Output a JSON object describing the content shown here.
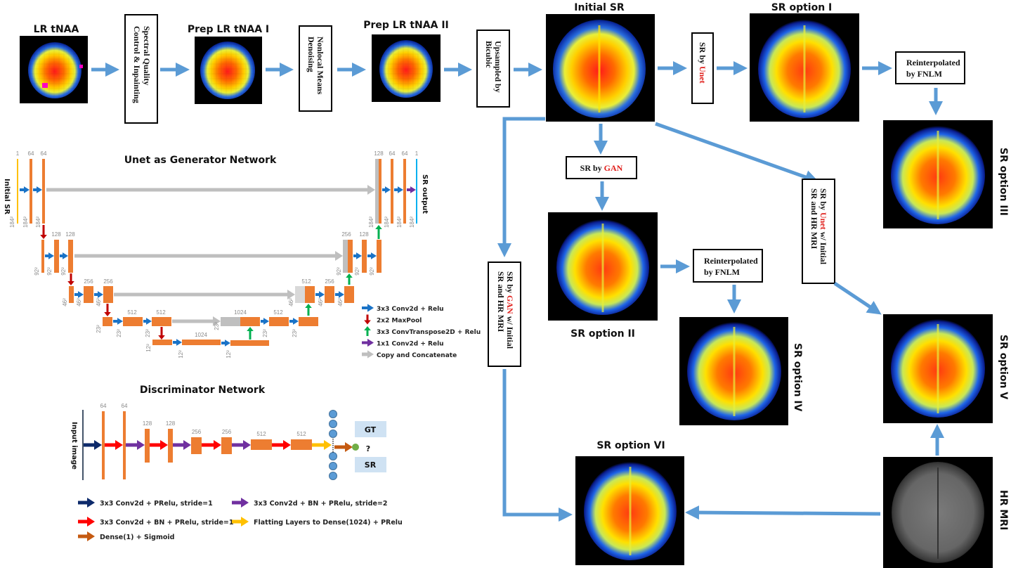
{
  "pipeline": {
    "images": {
      "lr_tnaa": "LR tNAA",
      "prep1": "Prep LR tNAA I",
      "prep2": "Prep LR tNAA II",
      "initial_sr": "Initial SR",
      "sr_option_1": "SR option I",
      "sr_option_2": "SR option II",
      "sr_option_3": "SR option III",
      "sr_option_4": "SR option IV",
      "sr_option_5": "SR option V",
      "sr_option_6": "SR option VI",
      "hr_mri": "HR MRI"
    },
    "boxes": {
      "spectral_line1": "Spectral Quality",
      "spectral_line2": "Control & Inpainting",
      "nlm_line1": "Nonlocal Means",
      "nlm_line2": "Denoising",
      "bicubic_line1": "Upsampled by",
      "bicubic_line2": "Bicubic",
      "sr_by": "SR by ",
      "unet": "Unet",
      "gan": "GAN",
      "reinterp_line1": "Reinterpolated",
      "reinterp_line2": "by FNLM",
      "w_initial": " w/ Initial",
      "sr_and_hr": "SR and HR MRI"
    }
  },
  "unet": {
    "title": "Unet as Generator Network",
    "input_label": "Initial SR",
    "output_label": "SR output",
    "channels": {
      "c1": "1",
      "c64": "64",
      "c128": "128",
      "c256": "256",
      "c512": "512",
      "c1024": "1024"
    },
    "sizes": {
      "s184": "184²",
      "s92": "92²",
      "s46": "46²",
      "s23": "23²",
      "s12": "12²"
    },
    "legend": [
      {
        "label": "3x3 Conv2d + Relu",
        "color": "#1a73c7"
      },
      {
        "label": "2x2 MaxPool",
        "color": "#c00000"
      },
      {
        "label": "3x3 ConvTranspose2D + Relu",
        "color": "#00b050"
      },
      {
        "label": "1x1 Conv2d + Relu",
        "color": "#7030a0"
      },
      {
        "label": "Copy and Concatenate",
        "color": "#bfbfbf"
      }
    ]
  },
  "discriminator": {
    "title": "Discriminator Network",
    "input_label": "Input image",
    "channels": [
      "64",
      "64",
      "128",
      "128",
      "256",
      "256",
      "512",
      "512"
    ],
    "gt_label": "GT",
    "question": "?",
    "sr_label": "SR",
    "legend": [
      {
        "label": "3x3 Conv2d + PRelu, stride=1",
        "color": "#0d2a6b"
      },
      {
        "label": "3x3 Conv2d + BN + PRelu, stride=2",
        "color": "#7030a0"
      },
      {
        "label": "3x3 Conv2d + BN + PRelu, stride=1",
        "color": "#ff0000"
      },
      {
        "label": "Flatting Layers to Dense(1024) + PRelu",
        "color": "#ffc000"
      },
      {
        "label": "Dense(1) + Sigmoid",
        "color": "#c55a11"
      }
    ]
  },
  "colors": {
    "flow_arrow": "#5b9bd5",
    "layer": "#ed7d31",
    "copy": "#bfbfbf",
    "highlight_text": "#e0201c"
  }
}
